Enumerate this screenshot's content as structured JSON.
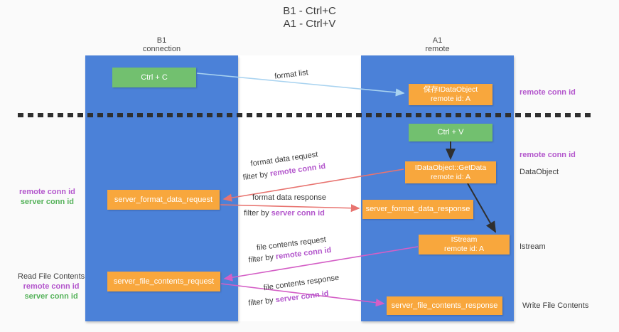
{
  "colors": {
    "background": "#fafafa",
    "column_blue": "#4b81d8",
    "box_green": "#72c06f",
    "box_orange": "#f8a73d",
    "conn_purple": "#b356cc",
    "conn_green": "#55b25a",
    "arrow_red": "#e87470",
    "arrow_magenta": "#d45fc6",
    "arrow_lightblue": "#a9d3f0",
    "arrow_black": "#2f2f2f",
    "text_dark": "#3d3d3d"
  },
  "title": {
    "line1": "B1 - Ctrl+C",
    "line2": "A1 - Ctrl+V"
  },
  "columns": {
    "left": {
      "name": "B1",
      "subtitle": "connection"
    },
    "right": {
      "name": "A1",
      "subtitle": "remote"
    }
  },
  "boxes": {
    "ctrl_c": {
      "label": "Ctrl + C"
    },
    "ctrl_v": {
      "label": "Ctrl + V"
    },
    "save_dataobject": {
      "line1": "保存IDataObject",
      "line2": "remote id: A"
    },
    "getdata": {
      "line1": "IDataObject::GetData",
      "line2": "remote id: A"
    },
    "istream": {
      "line1": "IStream",
      "line2": "remote id: A"
    },
    "server_format_data_request": {
      "label": "server_format_data_request"
    },
    "server_format_data_response": {
      "label": "server_format_data_response"
    },
    "server_file_contents_request": {
      "label": "server_file_contents_request"
    },
    "server_file_contents_response": {
      "label": "server_file_contents_response"
    }
  },
  "flow_labels": {
    "format_list": "format list",
    "format_data_request": "format data request",
    "format_data_request_filter": {
      "prefix": "filter by ",
      "id": "remote conn id"
    },
    "format_data_response": "format data response",
    "format_data_response_filter": {
      "prefix": "filter by ",
      "id": "server conn id"
    },
    "file_contents_request": "file contents request",
    "file_contents_request_filter": {
      "prefix": "filter by ",
      "id": "remote conn id"
    },
    "file_contents_response": "file contents response",
    "file_contents_response_filter": {
      "prefix": "filter by ",
      "id": "server conn id"
    }
  },
  "right_labels": {
    "remote_conn_id_top": "remote conn id",
    "remote_conn_id_mid": "remote conn id",
    "dataobject": "DataObject",
    "istream": "Istream",
    "write_file_contents": "Write File Contents"
  },
  "left_labels": {
    "remote_conn_id_1": "remote conn id",
    "server_conn_id_1": "server conn id",
    "read_file_contents": "Read File Contents",
    "remote_conn_id_2": "remote conn id",
    "server_conn_id_2": "server conn id"
  }
}
